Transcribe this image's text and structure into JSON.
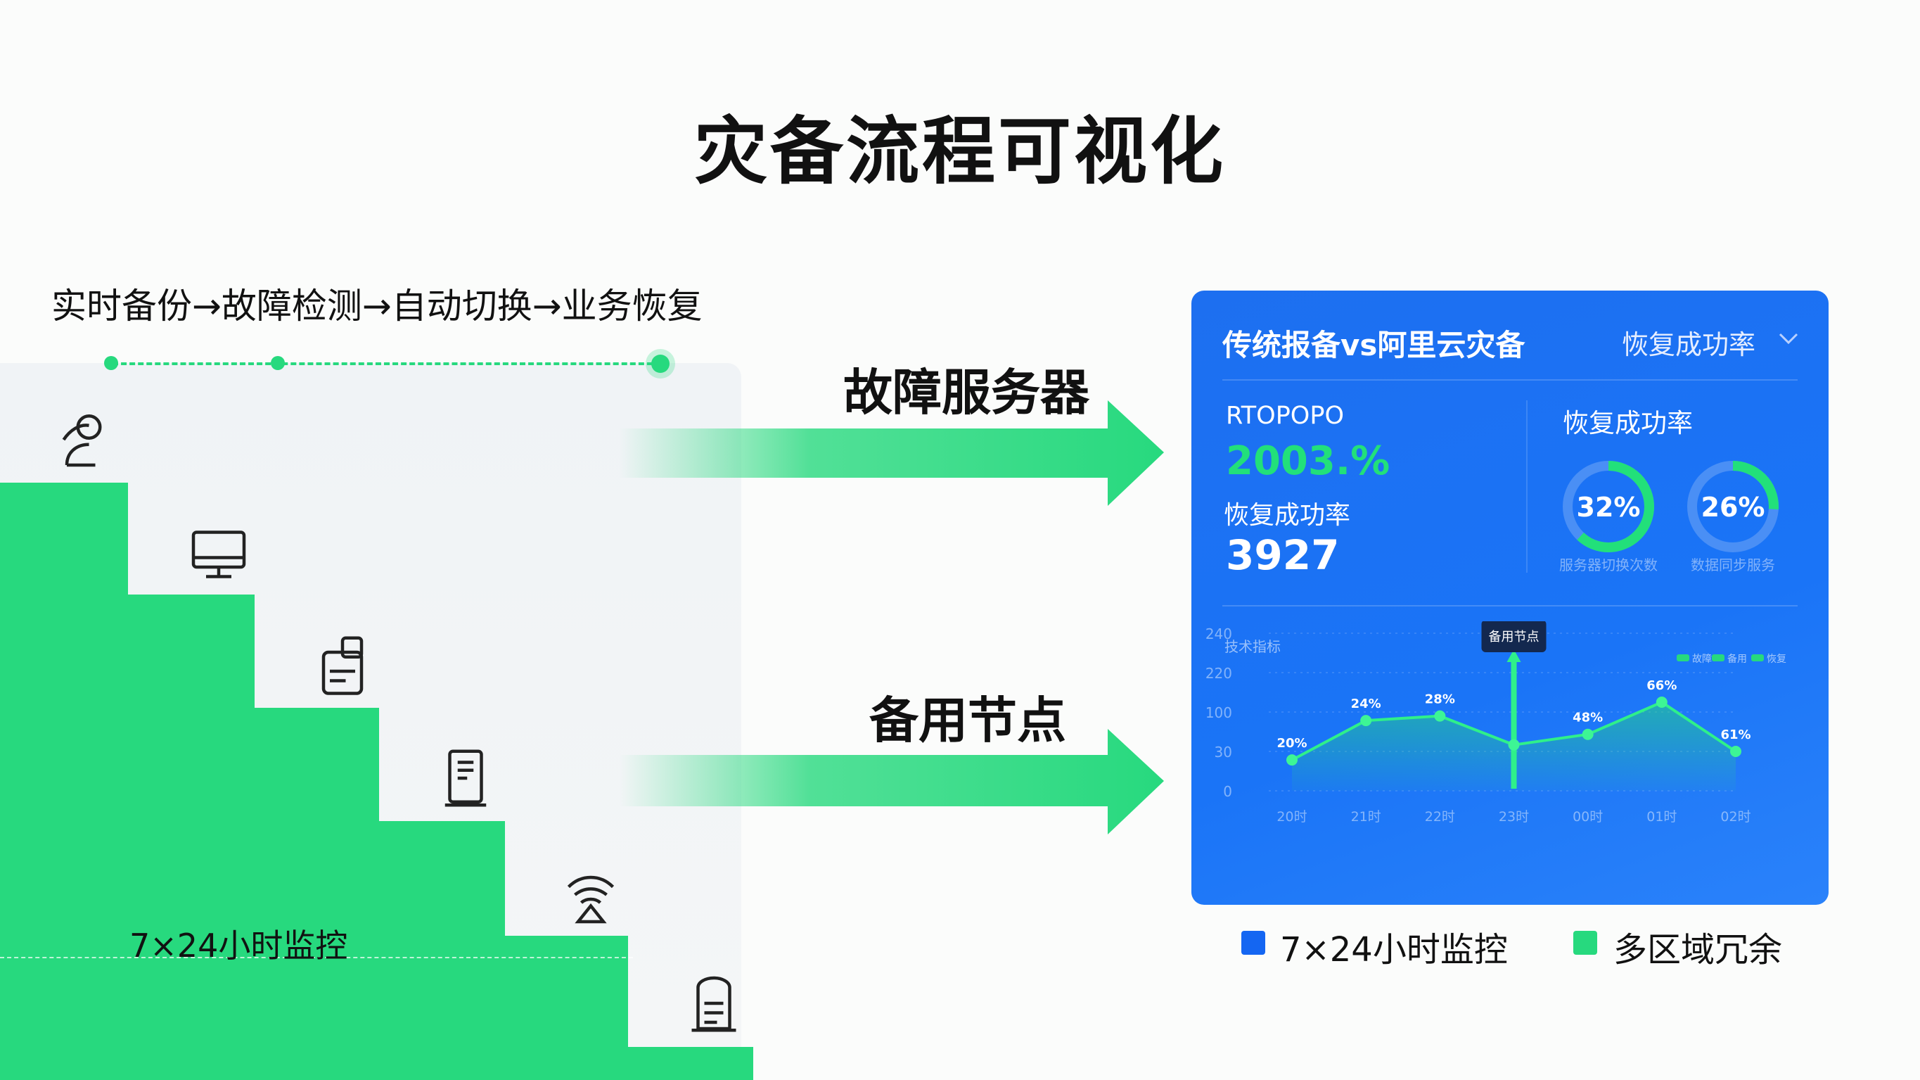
{
  "title": "灾备流程可视化",
  "flow": "实时备份→故障检测→自动切换→业务恢复",
  "steps_icons": [
    "user-icon",
    "monitor-icon",
    "backup-drive-icon",
    "server-icon",
    "wireless-icon",
    "storage-icon"
  ],
  "monitor_label": "7×24小时监控",
  "arrows": [
    {
      "label": "故障服务器"
    },
    {
      "label": "备用节点"
    }
  ],
  "panel": {
    "title": "传统报备vs阿里云灾备",
    "dropdown": "恢复成功率",
    "metric1_label": "RTOPOPO",
    "metric1_value": "2003.%",
    "metric2_label": "恢复成功率",
    "metric2_value": "3927",
    "donut_title": "恢复成功率",
    "donuts": [
      {
        "value": 32,
        "label": "32%",
        "caption": "服务器切换次数"
      },
      {
        "value": 26,
        "label": "26%",
        "caption": "数据同步服务"
      }
    ],
    "colors": {
      "green": "#22e07a",
      "track": "#4a8ff5"
    }
  },
  "chart_data": {
    "type": "area",
    "title": "技术指标",
    "legend": [
      "故障",
      "备用",
      "恢复"
    ],
    "x": [
      "20时",
      "21时",
      "22时",
      "23时",
      "00时",
      "01时",
      "02时"
    ],
    "values": [
      47,
      107,
      114,
      70,
      86,
      135,
      60
    ],
    "data_labels": [
      "20%",
      "24%",
      "28%",
      "",
      "48%",
      "66%",
      "61%"
    ],
    "ylim": [
      0,
      240
    ],
    "ytick_values": [
      0,
      60,
      120,
      180,
      240
    ],
    "ytick_labels": [
      "0",
      "30",
      "100",
      "220",
      "240"
    ],
    "tooltip": "备用节点",
    "tooltip_index": 3,
    "grid": true
  },
  "bottom_legend": [
    {
      "label": "7×24小时监控",
      "color": "#1466f2"
    },
    {
      "label": "多区域冗余",
      "color": "#27d97e"
    }
  ]
}
